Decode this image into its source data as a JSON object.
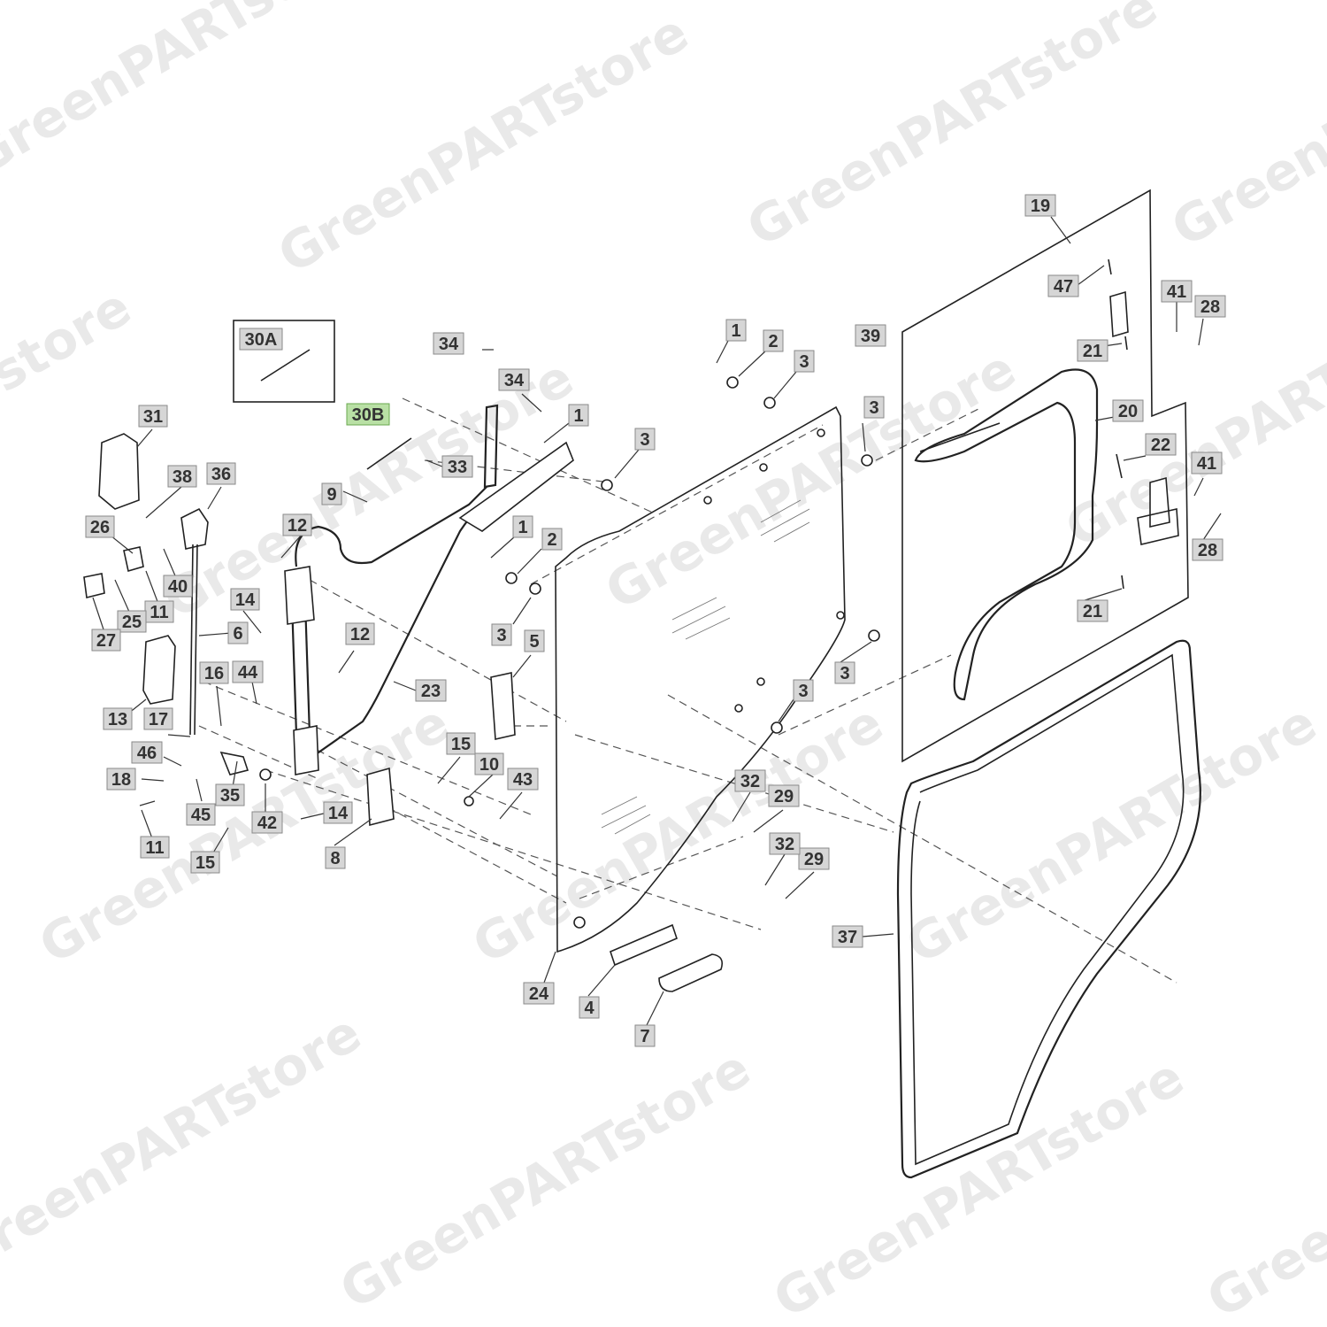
{
  "watermark": "GreenPARTstore",
  "callouts": [
    {
      "label": "1"
    },
    {
      "label": "1"
    },
    {
      "label": "1"
    },
    {
      "label": "2"
    },
    {
      "label": "2"
    },
    {
      "label": "3"
    },
    {
      "label": "3"
    },
    {
      "label": "3"
    },
    {
      "label": "3"
    },
    {
      "label": "3"
    },
    {
      "label": "3"
    },
    {
      "label": "4"
    },
    {
      "label": "5"
    },
    {
      "label": "6"
    },
    {
      "label": "7"
    },
    {
      "label": "8"
    },
    {
      "label": "9"
    },
    {
      "label": "10"
    },
    {
      "label": "11"
    },
    {
      "label": "11"
    },
    {
      "label": "12"
    },
    {
      "label": "12"
    },
    {
      "label": "13"
    },
    {
      "label": "14"
    },
    {
      "label": "14"
    },
    {
      "label": "15"
    },
    {
      "label": "15"
    },
    {
      "label": "16"
    },
    {
      "label": "17"
    },
    {
      "label": "18"
    },
    {
      "label": "19"
    },
    {
      "label": "20"
    },
    {
      "label": "21"
    },
    {
      "label": "21"
    },
    {
      "label": "22"
    },
    {
      "label": "23"
    },
    {
      "label": "24"
    },
    {
      "label": "25"
    },
    {
      "label": "26"
    },
    {
      "label": "27"
    },
    {
      "label": "28"
    },
    {
      "label": "28"
    },
    {
      "label": "29"
    },
    {
      "label": "29"
    },
    {
      "label": "30A"
    },
    {
      "label": "30B"
    },
    {
      "label": "31"
    },
    {
      "label": "32"
    },
    {
      "label": "32"
    },
    {
      "label": "33"
    },
    {
      "label": "34"
    },
    {
      "label": "34"
    },
    {
      "label": "35"
    },
    {
      "label": "36"
    },
    {
      "label": "37"
    },
    {
      "label": "38"
    },
    {
      "label": "39"
    },
    {
      "label": "40"
    },
    {
      "label": "41"
    },
    {
      "label": "41"
    },
    {
      "label": "42"
    },
    {
      "label": "43"
    },
    {
      "label": "44"
    },
    {
      "label": "45"
    },
    {
      "label": "46"
    },
    {
      "label": "47"
    }
  ]
}
